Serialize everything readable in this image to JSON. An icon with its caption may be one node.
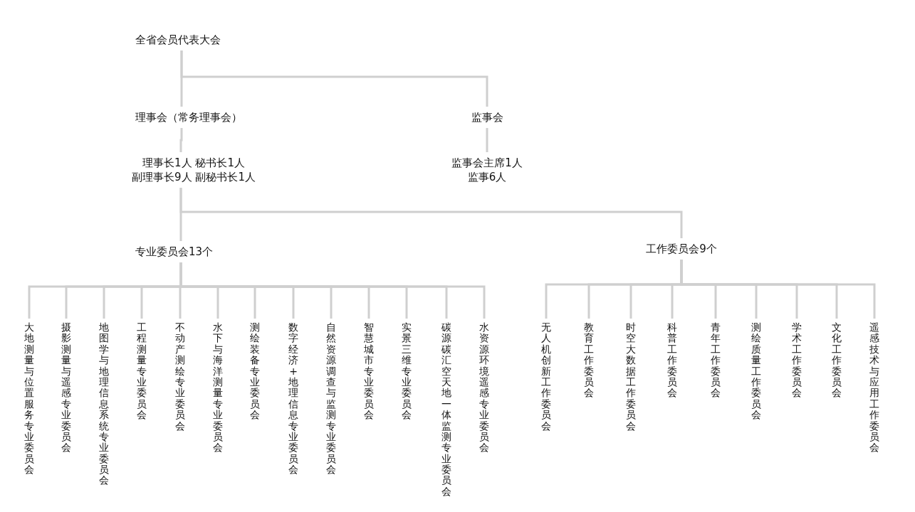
{
  "diagram": {
    "nodes": [
      {
        "text": [
          "全省会员代表大会"
        ]
      },
      {
        "text": [
          "理事会（常务理事会）"
        ]
      },
      {
        "text": [
          "监事会"
        ]
      },
      {
        "text": [
          "理事长1人 秘书长1人",
          "副理事长9人 副秘书长1人"
        ]
      },
      {
        "text": [
          "监事会主席1人",
          "监事6人"
        ]
      },
      {
        "text": [
          "专业委员会13个"
        ]
      },
      {
        "text": [
          "工作委员会9个"
        ]
      },
      {
        "text": [
          "大地测量与位置服务专业委员会"
        ]
      },
      {
        "text": [
          "摄影测量与遥感专业委员会"
        ]
      },
      {
        "text": [
          "地图学与地理信息系统专业委员会"
        ]
      },
      {
        "text": [
          "工程测量专业委员会"
        ]
      },
      {
        "text": [
          "不动产测绘专业委员会"
        ]
      },
      {
        "text": [
          "水下与海洋测量专业委员会"
        ]
      },
      {
        "text": [
          "测绘装备专业委员会"
        ]
      },
      {
        "text": [
          "数字经济+地理信息专业委员会"
        ]
      },
      {
        "text": [
          "自然资源调查与监测专业委员会"
        ]
      },
      {
        "text": [
          "智慧城市专业委员会"
        ]
      },
      {
        "text": [
          "实景三维专业委员会"
        ]
      },
      {
        "text": [
          "碳源碳汇空天地一体监测专业委员会"
        ]
      },
      {
        "text": [
          "水资源环境遥感专业委员会"
        ]
      },
      {
        "text": [
          "无人机创新工作委员会"
        ]
      },
      {
        "text": [
          "教育工作委员会"
        ]
      },
      {
        "text": [
          "时空大数据工作委员会"
        ]
      },
      {
        "text": [
          "科普工作委员会"
        ]
      },
      {
        "text": [
          "青年工作委员会"
        ]
      },
      {
        "text": [
          "测绘质量工作委员会"
        ]
      },
      {
        "text": [
          "学术工作委员会"
        ]
      },
      {
        "text": [
          "文化工作委员会"
        ]
      },
      {
        "text": [
          "遥感技术与应用工作委员会"
        ]
      }
    ],
    "edges": [
      {
        "from": 0,
        "to": 1,
        "arrow": "none"
      },
      {
        "from": 0,
        "to": 2,
        "arrow": "none"
      },
      {
        "from": 1,
        "to": 3,
        "arrow": "none"
      },
      {
        "from": 2,
        "to": 4,
        "arrow": "none"
      },
      {
        "from": 3,
        "to": 5,
        "arrow": "none"
      },
      {
        "from": 3,
        "to": 6,
        "arrow": "none"
      },
      {
        "from": 5,
        "to": 7,
        "arrow": "none"
      },
      {
        "from": 5,
        "to": 8,
        "arrow": "none"
      },
      {
        "from": 5,
        "to": 9,
        "arrow": "none"
      },
      {
        "from": 5,
        "to": 10,
        "arrow": "none"
      },
      {
        "from": 5,
        "to": 11,
        "arrow": "none"
      },
      {
        "from": 5,
        "to": 12,
        "arrow": "none"
      },
      {
        "from": 5,
        "to": 13,
        "arrow": "none"
      },
      {
        "from": 5,
        "to": 14,
        "arrow": "none"
      },
      {
        "from": 5,
        "to": 15,
        "arrow": "none"
      },
      {
        "from": 5,
        "to": 16,
        "arrow": "none"
      },
      {
        "from": 5,
        "to": 17,
        "arrow": "none"
      },
      {
        "from": 5,
        "to": 18,
        "arrow": "none"
      },
      {
        "from": 5,
        "to": 19,
        "arrow": "none"
      },
      {
        "from": 6,
        "to": 20,
        "arrow": "none"
      },
      {
        "from": 6,
        "to": 21,
        "arrow": "none"
      },
      {
        "from": 6,
        "to": 22,
        "arrow": "none"
      },
      {
        "from": 6,
        "to": 23,
        "arrow": "none"
      },
      {
        "from": 6,
        "to": 24,
        "arrow": "none"
      },
      {
        "from": 6,
        "to": 25,
        "arrow": "none"
      },
      {
        "from": 6,
        "to": 26,
        "arrow": "none"
      },
      {
        "from": 6,
        "to": 27,
        "arrow": "none"
      },
      {
        "from": 6,
        "to": 28,
        "arrow": "none"
      }
    ]
  }
}
